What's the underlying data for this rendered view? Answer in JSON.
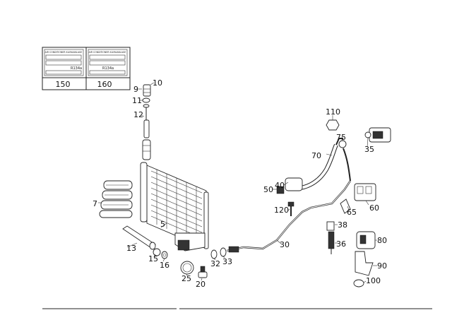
{
  "labels": {
    "label_150": {
      "heading": "AIR CONDITIONER KLIMAANLAGE",
      "code": "R134a",
      "number": "150"
    },
    "label_160": {
      "heading": "AIR CONDITIONER KLIMAANLAGE",
      "code": "R134a",
      "number": "160"
    }
  },
  "callouts": [
    "5",
    "7",
    "9",
    "10",
    "11",
    "12",
    "13",
    "15",
    "16",
    "20",
    "25",
    "30",
    "32",
    "33",
    "35",
    "36",
    "38",
    "40",
    "50",
    "60",
    "65",
    "70",
    "75",
    "80",
    "90",
    "100",
    "110",
    "120"
  ]
}
